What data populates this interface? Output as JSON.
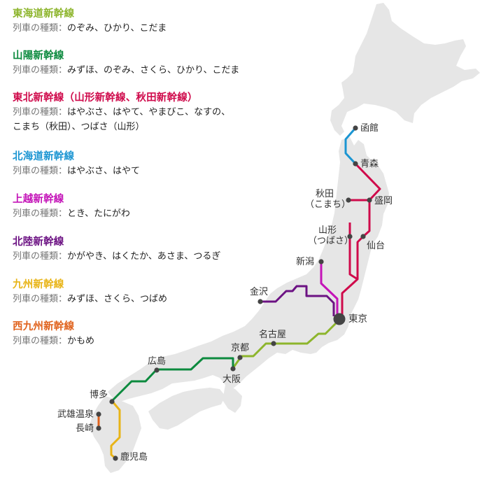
{
  "legend": {
    "train_types_label": "列車の種類：",
    "lines": [
      {
        "id": "tokaido",
        "name": "東海道新幹線",
        "color": "#8db52c",
        "trains": "のぞみ、ひかり、こだま"
      },
      {
        "id": "sanyo",
        "name": "山陽新幹線",
        "color": "#0c8a3e",
        "trains": "みずほ、のぞみ、さくら、ひかり、こだま"
      },
      {
        "id": "tohoku",
        "name": "東北新幹線（山形新幹線、秋田新幹線）",
        "color": "#cf0a4b",
        "trains": "はやぶさ、はやて、やまびこ、なすの、",
        "trains_line2": "こまち（秋田）、つばさ（山形）"
      },
      {
        "id": "hokkaido",
        "name": "北海道新幹線",
        "color": "#1b95d2",
        "trains": "はやぶさ、はやて"
      },
      {
        "id": "joetsu",
        "name": "上越新幹線",
        "color": "#c414b8",
        "trains": "とき、たにがわ"
      },
      {
        "id": "hokuriku",
        "name": "北陸新幹線",
        "color": "#6c1283",
        "trains": "かがやき、はくたか、あさま、つるぎ"
      },
      {
        "id": "kyushu",
        "name": "九州新幹線",
        "color": "#e8b417",
        "trains": "みずほ、さくら、つばめ"
      },
      {
        "id": "nishikyushu",
        "name": "西九州新幹線",
        "color": "#e0621c",
        "trains": "かもめ"
      }
    ]
  },
  "map": {
    "land_color": "#e6e6e6",
    "station_dot_color": "#444444",
    "stations": {
      "hakodate": "函館",
      "aomori": "青森",
      "akita": "秋田",
      "akita_sub": "（こまち）",
      "morioka": "盛岡",
      "yamagata": "山形",
      "yamagata_sub": "（つばさ）",
      "sendai": "仙台",
      "niigata": "新潟",
      "kanazawa": "金沢",
      "tokyo": "東京",
      "nagoya": "名古屋",
      "kyoto": "京都",
      "osaka": "大阪",
      "hiroshima": "広島",
      "hakata": "博多",
      "takeo_onsen": "武雄温泉",
      "nagasaki": "長崎",
      "kagoshima": "鹿児島"
    }
  }
}
